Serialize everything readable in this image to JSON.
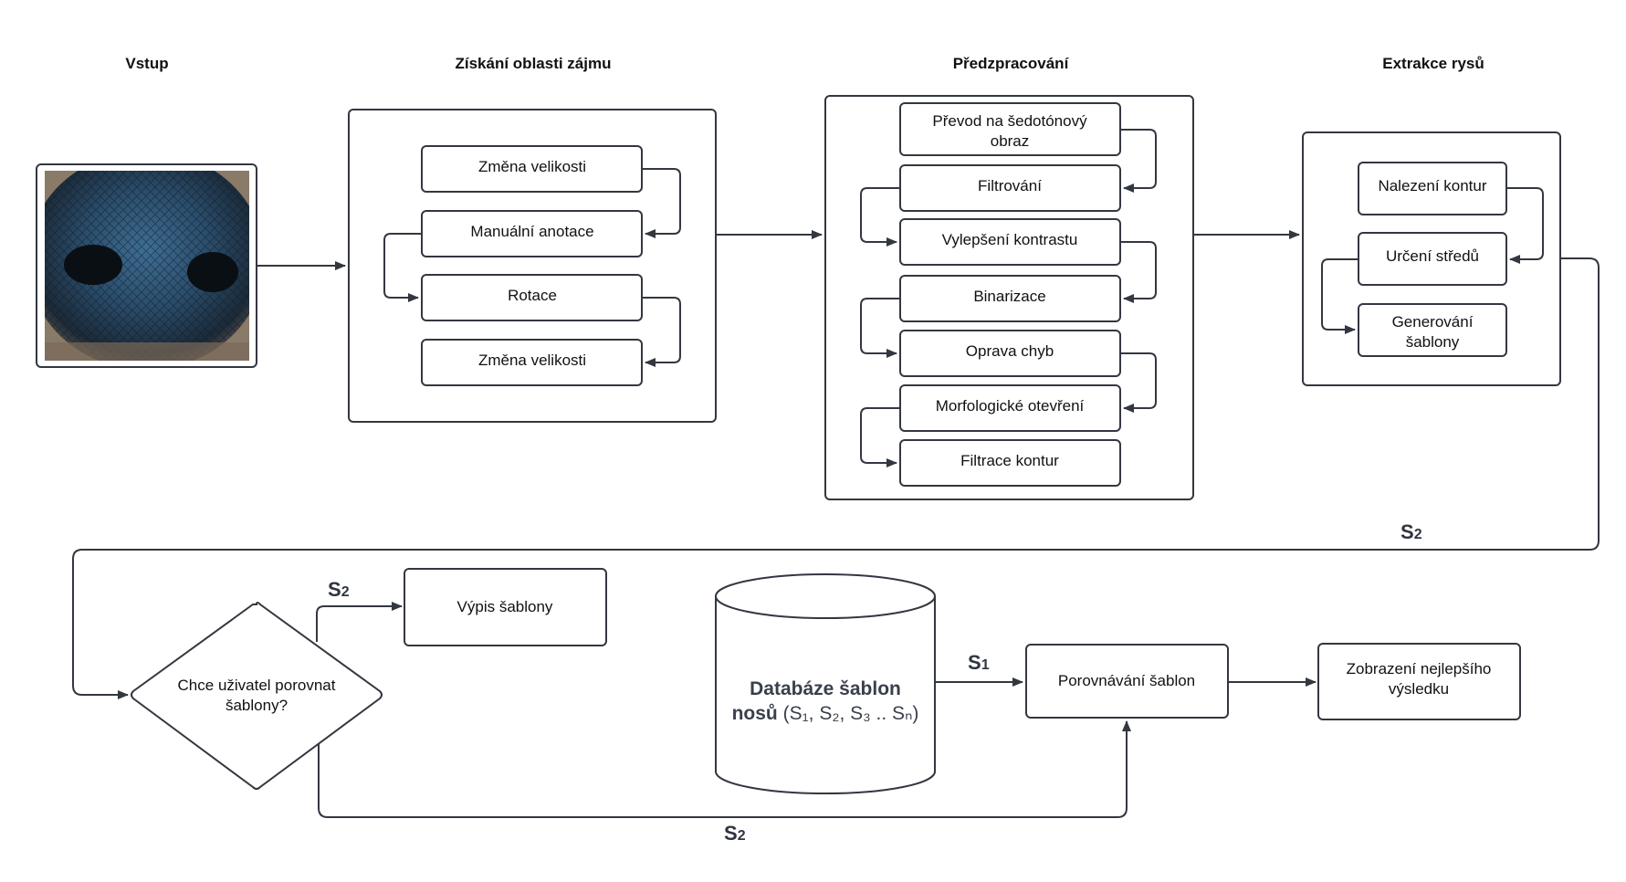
{
  "stages": {
    "input": "Vstup",
    "roi": "Získání oblasti zájmu",
    "preprocess": "Předzpracování",
    "features": "Extrakce rysů"
  },
  "roi_steps": [
    "Změna velikosti",
    "Manuální anotace",
    "Rotace",
    "Změna velikosti"
  ],
  "preprocess_steps": [
    [
      "Převod na šedotónový",
      "obraz"
    ],
    "Filtrování",
    "Vylepšení kontrastu",
    "Binarizace",
    "Oprava chyb",
    "Morfologické otevření",
    "Filtrace kontur"
  ],
  "feature_steps": [
    "Nalezení kontur",
    "Určení středů",
    [
      "Generování",
      "šablony"
    ]
  ],
  "decision": [
    "Chce uživatel porovnat",
    "šablony?"
  ],
  "output_box": "Výpis šablony",
  "database": {
    "line1": "Databáze šablon",
    "line2_bold": "nosů",
    "line2_rest": "(S₁, S₂, S₃ .. Sₙ)"
  },
  "compare_box": "Porovnávání šablon",
  "result_box": [
    "Zobrazení nejlepšího",
    "výsledku"
  ],
  "edge_labels": {
    "s2_return": {
      "main": "S",
      "sub": "2"
    },
    "s2_output": {
      "main": "S",
      "sub": "2"
    },
    "s1_db": {
      "main": "S",
      "sub": "1"
    },
    "s2_bottom": {
      "main": "S",
      "sub": "2"
    }
  },
  "input_image": "dog-nose-photo"
}
